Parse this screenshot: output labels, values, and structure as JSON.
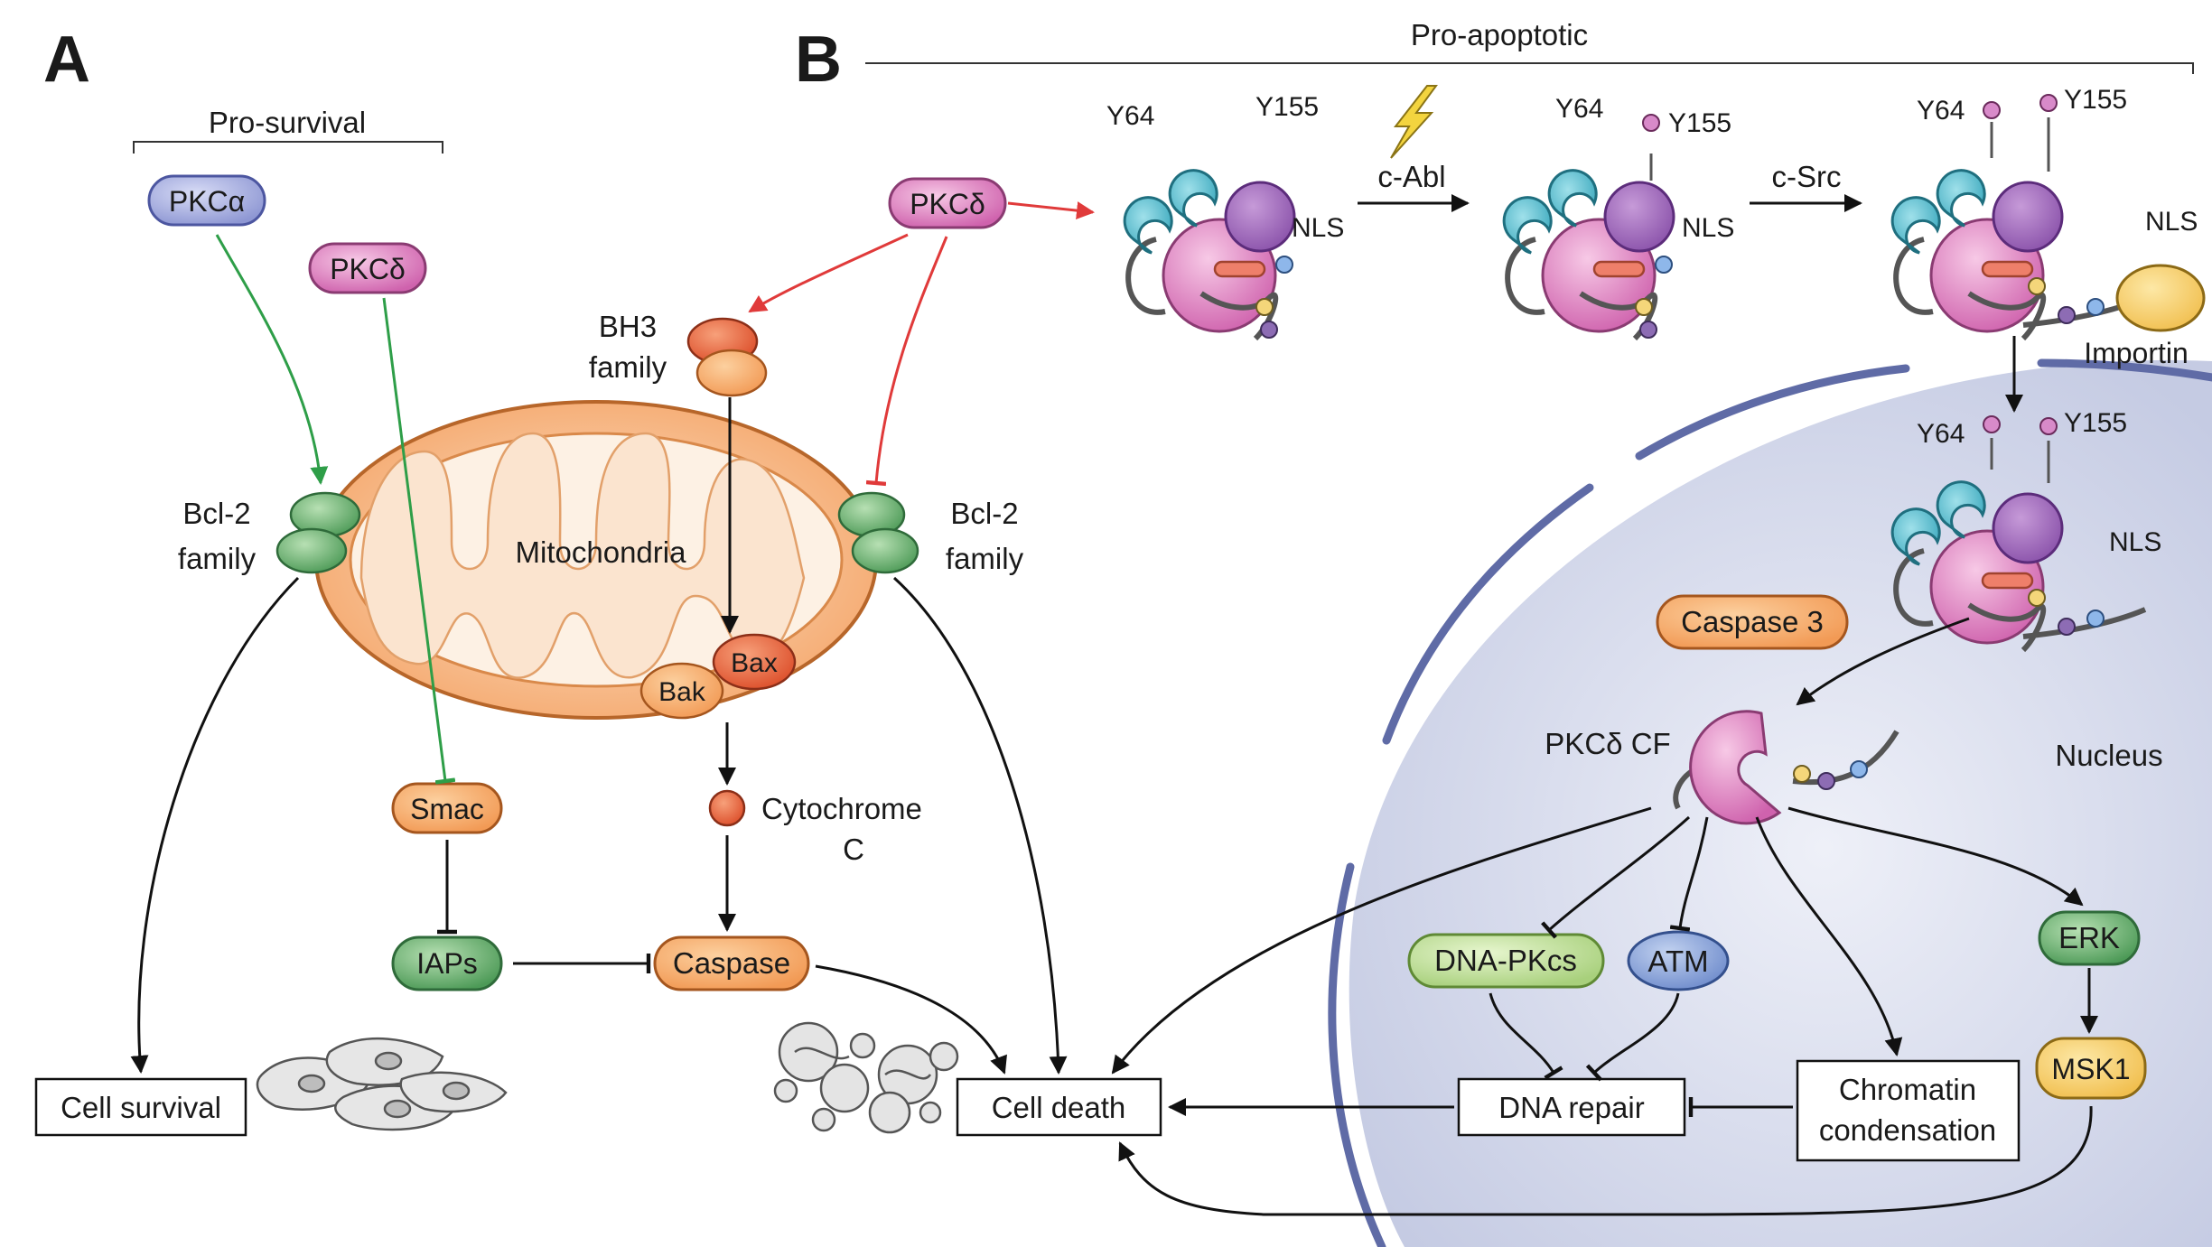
{
  "panels": {
    "a": {
      "letter": "A",
      "header": "Pro-survival"
    },
    "b": {
      "letter": "B",
      "header": "Pro-apoptotic"
    }
  },
  "nodes": {
    "pkc_alpha": "PKCα",
    "pkc_delta_a": "PKCδ",
    "pkc_delta_b": "PKCδ",
    "bcl2_left": [
      "Bcl-2",
      "family"
    ],
    "bcl2_right": [
      "Bcl-2",
      "family"
    ],
    "bh3": [
      "BH3",
      "family"
    ],
    "mitochondria": "Mitochondria",
    "bak": "Bak",
    "bax": "Bax",
    "smac": "Smac",
    "iaps": "IAPs",
    "cytochrome": [
      "Cytochrome",
      "C"
    ],
    "caspase": "Caspase",
    "cell_survival": "Cell survival",
    "cell_death": "Cell death",
    "caspase3": "Caspase 3",
    "pkcd_cf": "PKCδ CF",
    "nucleus": "Nucleus",
    "dna_pkcs": "DNA-PKcs",
    "atm": "ATM",
    "erk": "ERK",
    "msk1": "MSK1",
    "dna_repair": "DNA repair",
    "chromatin": [
      "Chromatin",
      "condensation"
    ],
    "c_abl": "c-Abl",
    "c_src": "c-Src",
    "importin": "Importin",
    "y64": "Y64",
    "y155": "Y155",
    "nls": "NLS"
  },
  "colors": {
    "activation_arrow": "#2e9e48",
    "pkc_delta_arrow": "#e03a3a",
    "mitochondria_fill": "#f6b47f",
    "nucleus_fill": "#dfe2f0",
    "pkc_delta_fill": "#e6a8cf",
    "pkc_alpha_fill": "#9aa4da",
    "caspase_fill": "#f3945c",
    "green_node": "#5a9e5e"
  }
}
